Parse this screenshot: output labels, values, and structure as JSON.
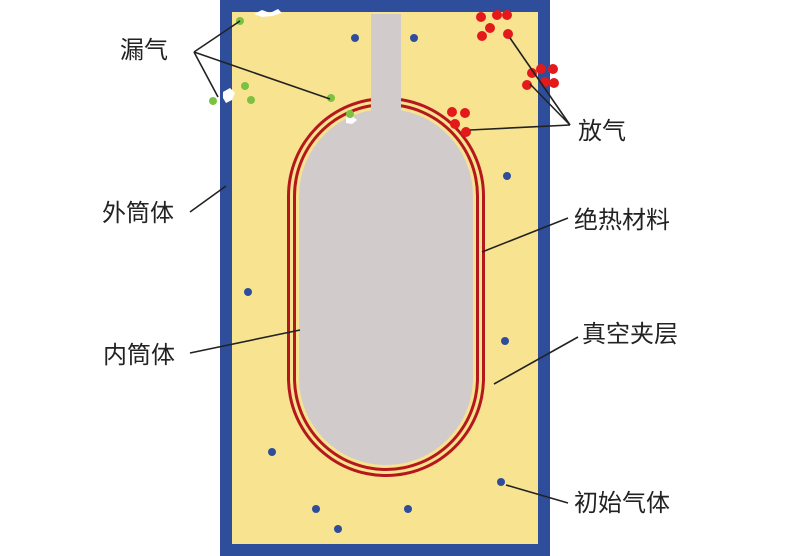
{
  "labels": {
    "leak": "漏气",
    "outgas": "放气",
    "outer_shell": "外筒体",
    "insulation": "绝热材料",
    "inner_shell": "内筒体",
    "vacuum_layer": "真空夹层",
    "initial_gas": "初始气体"
  },
  "colors": {
    "outer_shell": "#2e4e9c",
    "vacuum": "#f8e391",
    "inner_tank": "#d1cccb",
    "insulation": "#b5181c",
    "leak_gas": "#7cc242",
    "outgas": "#e3191b",
    "initial_gas": "#2e4e9c"
  }
}
